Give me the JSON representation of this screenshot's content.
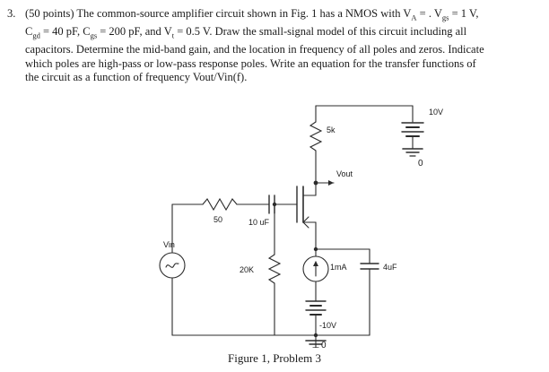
{
  "problem": {
    "number": "3.",
    "line1_a": "(50 points) The common-source amplifier circuit shown in Fig. 1 has a NMOS with V",
    "line1_sub1": "A",
    "line1_b": " = . V",
    "line1_sub2": "gs",
    "line1_c": " = 1 V,",
    "line2_a": "C",
    "line2_sub1": "gd",
    "line2_b": " = 40 pF, C",
    "line2_sub2": "gs",
    "line2_c": " = 200 pF, and V",
    "line2_sub3": "t",
    "line2_d": " = 0.5 V. Draw the small-signal model of this circuit including all",
    "line3": "capacitors. Determine the mid-band gain, and the location in frequency of all poles and zeros.",
    "line4": "Indicate which poles are high-pass or low-pass response poles. Write an equation for the transfer",
    "line5": "functions of the circuit as a function of frequency Vout/Vin(f)."
  },
  "figure": {
    "caption": "Figure 1, Problem 3",
    "labels": {
      "supply_top": "10V",
      "ground_top": "0",
      "resistor_drain": "5k",
      "output_node": "Vout",
      "resistor_source_series": "50",
      "capacitor_input": "10 uF",
      "source_label": "Vin",
      "resistor_gate": "20K",
      "current_source": "1mA",
      "capacitor_bypass": "4uF",
      "supply_negative": "-10V",
      "ground_bottom": "0"
    }
  }
}
